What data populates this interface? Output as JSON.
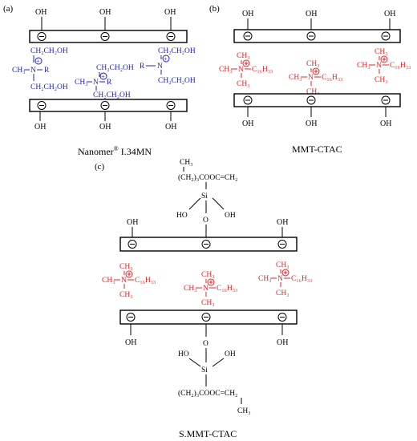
{
  "panels": {
    "a": {
      "letter": "(a)",
      "caption_main": "Nanomer",
      "caption_sup": "®",
      "caption_rest": " I.34MN"
    },
    "b": {
      "letter": "(b)",
      "caption": "MMT-CTAC"
    },
    "c": {
      "letter": "(c)",
      "caption": "S.MMT-CTAC"
    }
  },
  "groups": {
    "oh": "OH",
    "ch2ch2oh": "CH₂CH₂OH",
    "r": "R",
    "n": "N",
    "ch3": "CH₃",
    "c16h33": "C₁₆H₃₃",
    "si": "Si",
    "o": "O",
    "ho": "HO",
    "methacrylate": "(CH₂)₃COOC=CH₂",
    "minus": "⊖",
    "plus": "⊕"
  },
  "colors": {
    "panel_a_cation": "#1f1fbf",
    "ctac_cation": "#e0262a",
    "sheet": "#000000"
  }
}
